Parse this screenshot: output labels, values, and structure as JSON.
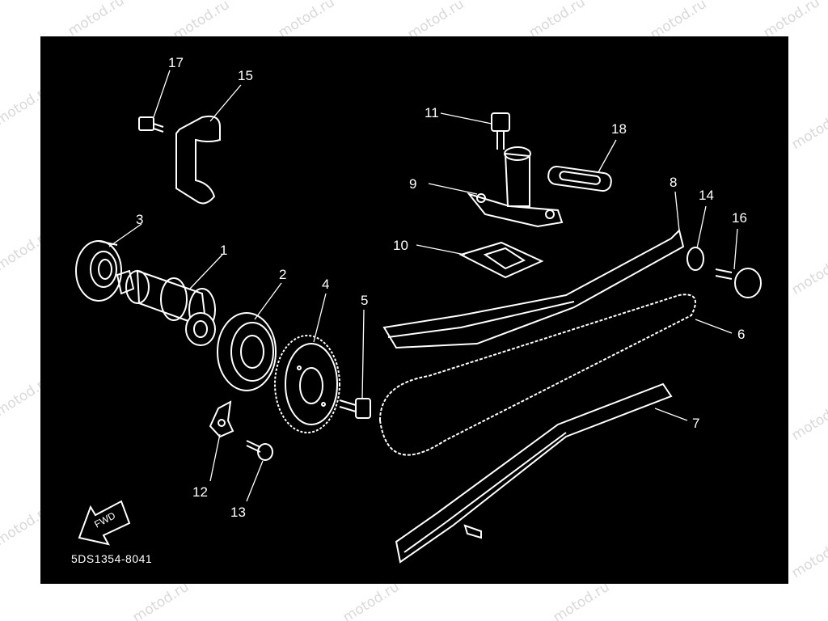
{
  "watermark": {
    "text": "motod.ru"
  },
  "diagram": {
    "code": "5DS1354-8041",
    "fwd_label": "FWD",
    "callouts": [
      {
        "id": "1",
        "label": "1"
      },
      {
        "id": "2",
        "label": "2"
      },
      {
        "id": "3",
        "label": "3"
      },
      {
        "id": "4",
        "label": "4"
      },
      {
        "id": "5",
        "label": "5"
      },
      {
        "id": "6",
        "label": "6"
      },
      {
        "id": "7",
        "label": "7"
      },
      {
        "id": "8",
        "label": "8"
      },
      {
        "id": "9",
        "label": "9"
      },
      {
        "id": "10",
        "label": "10"
      },
      {
        "id": "11",
        "label": "11"
      },
      {
        "id": "12",
        "label": "12"
      },
      {
        "id": "13",
        "label": "13"
      },
      {
        "id": "14",
        "label": "14"
      },
      {
        "id": "15",
        "label": "15"
      },
      {
        "id": "16",
        "label": "16"
      },
      {
        "id": "17",
        "label": "17"
      },
      {
        "id": "18",
        "label": "18"
      }
    ]
  }
}
